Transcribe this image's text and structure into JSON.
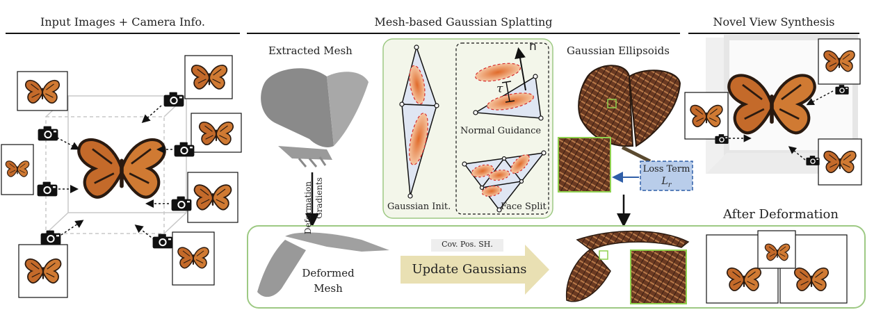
{
  "headers": {
    "input": "Input Images + Camera Info.",
    "mesh_gs": "Mesh-based Gaussian Splatting",
    "novel": "Novel View Synthesis"
  },
  "labels": {
    "extracted_mesh": "Extracted Mesh",
    "gaussian_ellipsoids": "Gaussian Ellipsoids",
    "normal_symbol": "n",
    "tau_symbol": "τ",
    "normal_guidance": "Normal Guidance",
    "gaussian_init": "Gaussian Init.",
    "face_split": "Face Split",
    "loss_term": "Loss Term",
    "loss_symbol": "L",
    "loss_subscript": "r",
    "deformation": "Deformation",
    "gradients": "Gradients",
    "deformed_mesh_line1": "Deformed",
    "deformed_mesh_line2": "Mesh",
    "cov_pos_sh": "Cov.  Pos.  SH.",
    "update_gaussians": "Update Gaussians",
    "after_deformation": "After Deformation"
  },
  "icons": [
    "camera-icon",
    "butterfly-icon"
  ],
  "colors": {
    "green_border": "#9dc983",
    "green_panel": "#f3f6ea",
    "triangle_fill": "#dfe6f3",
    "ellipse_fill": "#e57f45",
    "ellipse_dash": "#d62a2a",
    "loss_box_fill": "#b9cdea",
    "loss_box_border": "#2f5ea8",
    "arrow_gold": "#e9e0b3"
  }
}
